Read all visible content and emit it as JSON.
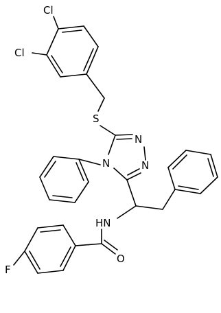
{
  "molecule": {
    "atoms": [
      {
        "id": "cl1",
        "label": "Cl"
      },
      {
        "id": "cl2",
        "label": "Cl"
      },
      {
        "id": "s",
        "label": "S"
      },
      {
        "id": "n_top",
        "label": "N"
      },
      {
        "id": "n_right",
        "label": "N"
      },
      {
        "id": "n_left",
        "label": "N"
      },
      {
        "id": "nh",
        "label": "HN"
      },
      {
        "id": "o",
        "label": "O"
      },
      {
        "id": "f",
        "label": "F"
      }
    ],
    "colors": {
      "bond": "#000000",
      "label": "#000000",
      "background": "#ffffff"
    }
  }
}
